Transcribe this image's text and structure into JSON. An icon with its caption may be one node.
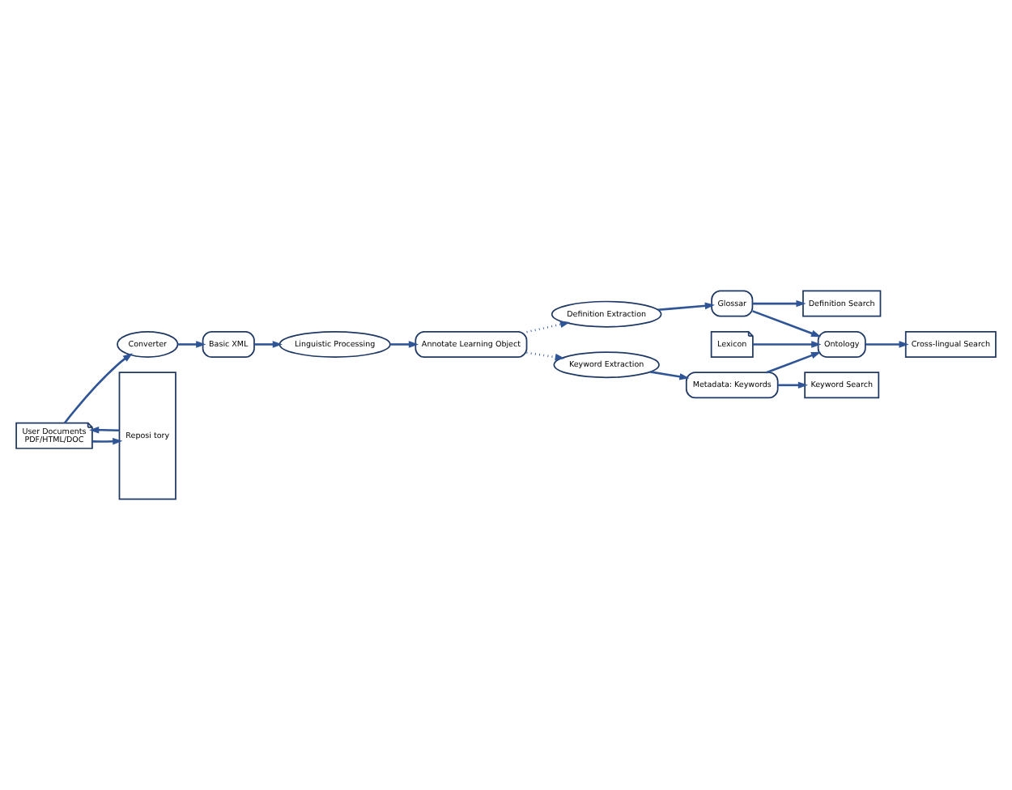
{
  "diagram": {
    "nodes": [
      {
        "text": [
          "Annotate Learning Object"
        ]
      },
      {
        "text": [
          "Linguistic Processing"
        ]
      },
      {
        "text": [
          "Basic XML"
        ]
      },
      {
        "text": [
          "Converter"
        ]
      },
      {
        "text": [
          "User Documents",
          "PDF/HTML/DOC"
        ]
      },
      {
        "text": [
          "Reposi tory"
        ]
      },
      {
        "text": [
          "Keyword Search"
        ]
      },
      {
        "text": [
          "Definition Search"
        ]
      },
      {
        "text": [
          "Cross-lingual Search"
        ]
      },
      {
        "text": [
          "Definition Extraction"
        ]
      },
      {
        "text": [
          "Keyword Extraction"
        ]
      },
      {
        "text": [
          "Glossar"
        ]
      },
      {
        "text": [
          "Metadata: Keywords"
        ]
      },
      {
        "text": [
          "Lexicon"
        ]
      },
      {
        "text": [
          "Ontology"
        ]
      }
    ],
    "edges": [
      {
        "from": 4,
        "to": 3,
        "arrow": "to"
      },
      {
        "from": 3,
        "to": 2,
        "arrow": "to"
      },
      {
        "from": 2,
        "to": 1,
        "arrow": "to"
      },
      {
        "from": 1,
        "to": 0,
        "arrow": "to"
      },
      {
        "from": 0,
        "to": 9,
        "arrow": "to",
        "style": "dashed"
      },
      {
        "from": 0,
        "to": 10,
        "arrow": "to",
        "style": "dashed"
      },
      {
        "from": 5,
        "to": 4,
        "arrow": "to"
      },
      {
        "from": 4,
        "to": 5,
        "arrow": "to"
      },
      {
        "from": 9,
        "to": 11,
        "arrow": "to"
      },
      {
        "from": 10,
        "to": 12,
        "arrow": "to"
      },
      {
        "from": 11,
        "to": 7,
        "arrow": "to"
      },
      {
        "from": 12,
        "to": 6,
        "arrow": "to"
      },
      {
        "from": 11,
        "to": 14,
        "arrow": "to"
      },
      {
        "from": 12,
        "to": 14,
        "arrow": "to"
      },
      {
        "from": 13,
        "to": 14,
        "arrow": "to"
      },
      {
        "from": 14,
        "to": 8,
        "arrow": "to"
      }
    ]
  }
}
